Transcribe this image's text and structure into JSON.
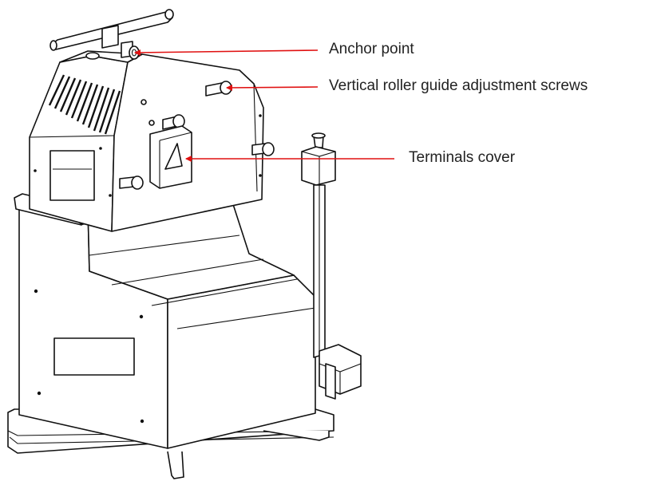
{
  "diagram": {
    "labels": {
      "anchor_point": "Anchor point",
      "roller_screws": "Vertical roller guide adjustment screws",
      "terminals_cover": "Terminals cover"
    },
    "colors": {
      "leader_line": "#e01010",
      "outline": "#111111",
      "text": "#222222"
    }
  }
}
